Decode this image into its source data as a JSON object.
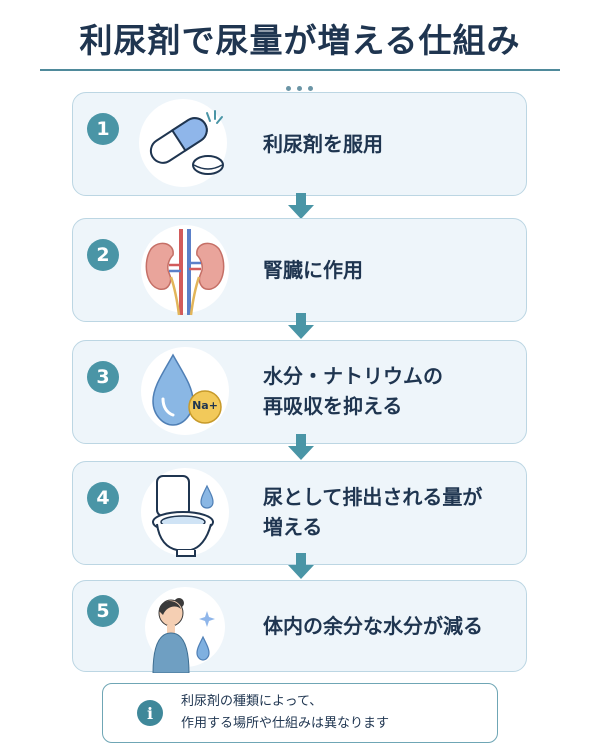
{
  "title": "利尿剤で尿量が増える仕組み",
  "steps": [
    {
      "number": "1",
      "lines": [
        "利尿剤を服用"
      ]
    },
    {
      "number": "2",
      "lines": [
        "腎臓に作用"
      ]
    },
    {
      "number": "3",
      "lines": [
        "水分・ナトリウムの",
        "再吸収を抑える"
      ]
    },
    {
      "number": "4",
      "lines": [
        "尿として排出される量が",
        "増える"
      ]
    },
    {
      "number": "5",
      "lines": [
        "体内の余分な水分が減る"
      ]
    }
  ],
  "sodium_label": "Na+",
  "note": {
    "icon": "i",
    "lines": [
      "利尿剤の種類によって、",
      "作用する場所や仕組みは異なります"
    ]
  },
  "colors": {
    "accent": "#4a95a6",
    "card_bg": "#eef5fa",
    "card_border": "#bcd6e3",
    "text": "#1f3550"
  },
  "icons": [
    "pill-capsule-icon",
    "kidney-icon",
    "water-drop-sodium-icon",
    "toilet-icon",
    "person-water-icon",
    "arrow-down-icon",
    "info-icon"
  ]
}
